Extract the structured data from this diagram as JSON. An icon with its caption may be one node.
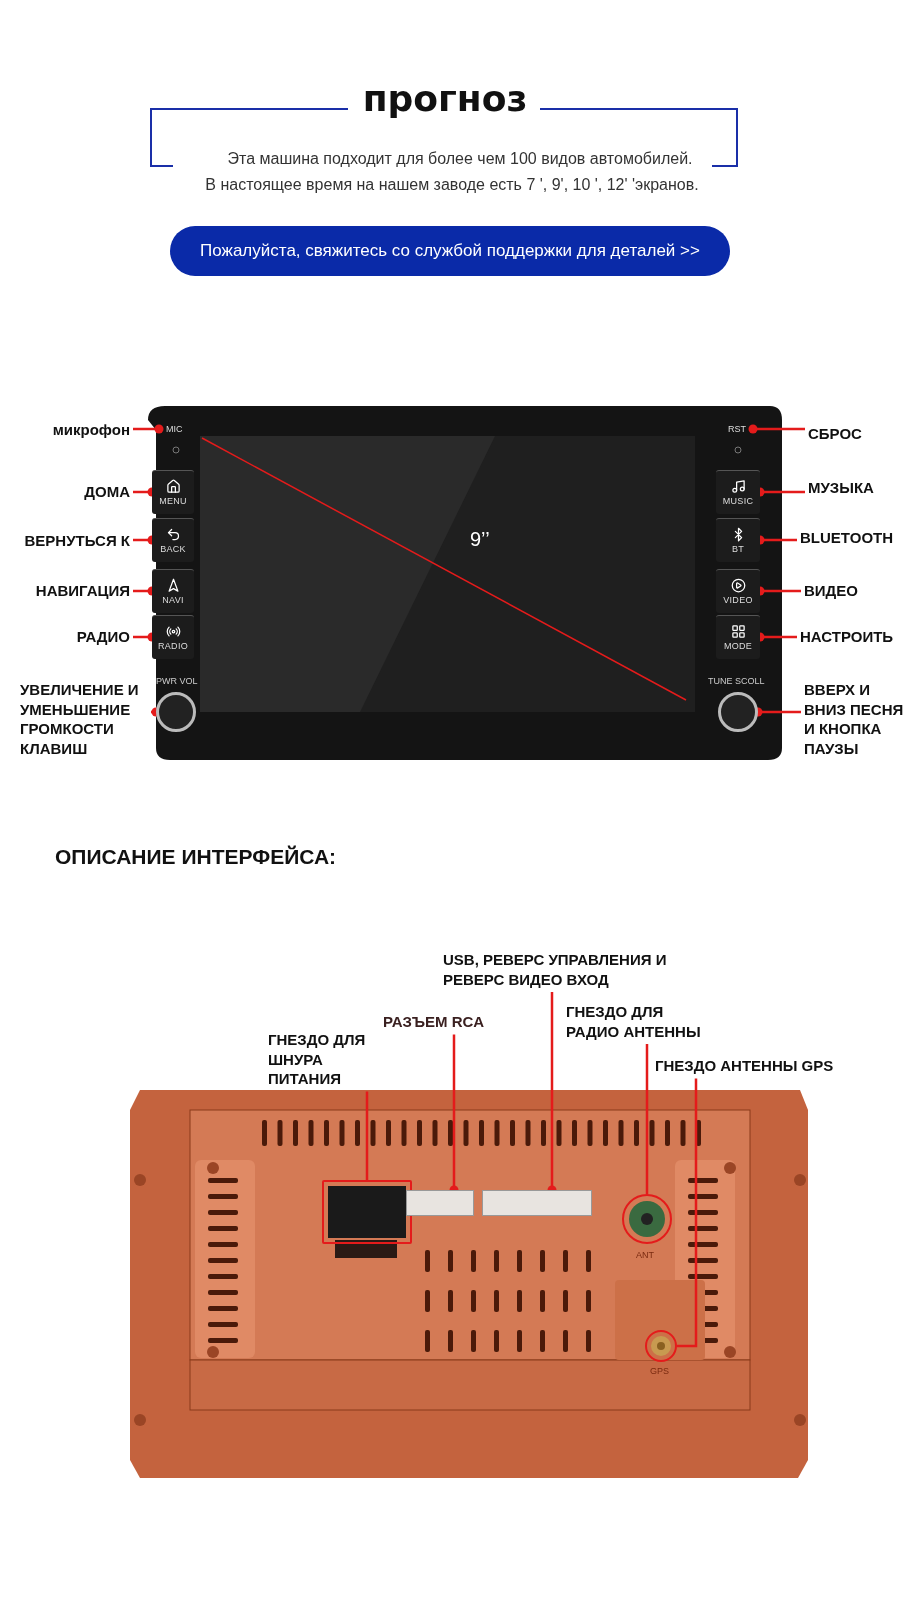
{
  "diagram": {
    "title": "прогноз",
    "nodes": [
      {
        "text": [
          "Пожалуйста, свяжитесь со службой поддержки для деталей >>"
        ]
      },
      {
        "text": [
          "микрофон"
        ]
      },
      {
        "text": [
          "ДОМА"
        ]
      },
      {
        "text": [
          "ВЕРНУТЬСЯ К"
        ]
      },
      {
        "text": [
          "НАВИГАЦИЯ"
        ]
      },
      {
        "text": [
          "РАДИО"
        ]
      },
      {
        "text": [
          "УВЕЛИЧЕНИЕ И УМЕНЬШЕНИЕ ГРОМКОСТИ КЛАВИШ"
        ]
      },
      {
        "text": [
          "СБРОС"
        ]
      },
      {
        "text": [
          "МУЗЫКА"
        ]
      },
      {
        "text": [
          "BLUETOOTH"
        ]
      },
      {
        "text": [
          "ВИДЕО"
        ]
      },
      {
        "text": [
          "НАСТРОИТЬ"
        ]
      },
      {
        "text": [
          "ВВЕРХ И ВНИЗ ПЕСНЯ И КНОПКА ПАУЗЫ"
        ]
      },
      {
        "text": [
          "USB, РЕВЕРС УПРАВЛЕНИЯ И РЕВЕРС ВИДЕО ВХОД"
        ]
      },
      {
        "text": [
          "РАЗЪЕМ RCA"
        ]
      },
      {
        "text": [
          "ГНЕЗДО ДЛЯ ШНУРА ПИТАНИЯ"
        ]
      },
      {
        "text": [
          "ГНЕЗДО ДЛЯ РАДИО АНТЕННЫ"
        ]
      },
      {
        "text": [
          "ГНЕЗДО АНТЕННЫ GPS"
        ]
      },
      {
        "text": [],
        "shape": "box"
      },
      {
        "text": [],
        "shape": "circle",
        "beside": [
          "ANT"
        ]
      },
      {
        "text": [],
        "shape": "circle",
        "beside": [
          "GPS"
        ]
      },
      {
        "text": [
          "MIC"
        ]
      },
      {
        "text": [
          "MENU"
        ]
      },
      {
        "text": [
          "BACK"
        ]
      },
      {
        "text": [
          "NAVI"
        ]
      },
      {
        "text": [
          "RADIO"
        ]
      },
      {
        "text": [],
        "shape": "circle",
        "beside": [
          "PWR  VOL"
        ]
      },
      {
        "text": [
          "RST"
        ]
      },
      {
        "text": [
          "MUSIC"
        ]
      },
      {
        "text": [
          "BT"
        ]
      },
      {
        "text": [
          "VIDEO"
        ]
      },
      {
        "text": [
          "MODE"
        ]
      },
      {
        "text": [],
        "shape": "circle",
        "beside": [
          "TUNE  SCOLL"
        ]
      },
      {
        "text": [],
        "shape": "box"
      },
      {
        "text": [],
        "shape": "box"
      }
    ],
    "edges": [
      {
        "from": 1,
        "to": 21,
        "arrow": "other"
      },
      {
        "from": 2,
        "to": 22,
        "arrow": "other"
      },
      {
        "from": 3,
        "to": 23,
        "arrow": "other"
      },
      {
        "from": 4,
        "to": 24,
        "arrow": "other"
      },
      {
        "from": 5,
        "to": 25,
        "arrow": "other"
      },
      {
        "from": 6,
        "to": 26,
        "arrow": "other"
      },
      {
        "from": 7,
        "to": 27,
        "arrow": "other"
      },
      {
        "from": 8,
        "to": 28,
        "arrow": "other"
      },
      {
        "from": 9,
        "to": 29,
        "arrow": "other"
      },
      {
        "from": 10,
        "to": 30,
        "arrow": "other"
      },
      {
        "from": 11,
        "to": 31,
        "arrow": "other"
      },
      {
        "from": 12,
        "to": 32,
        "arrow": "other"
      },
      {
        "from": 13,
        "to": 34,
        "arrow": "other"
      },
      {
        "from": 14,
        "to": 33,
        "arrow": "other"
      },
      {
        "from": 15,
        "to": 18,
        "arrow": "none"
      },
      {
        "from": 16,
        "to": 19,
        "arrow": "none"
      },
      {
        "from": 17,
        "to": 20,
        "arrow": "none"
      }
    ],
    "labels": [
      "Эта машина подходит для более чем 100 видов автомобилей.",
      "В настоящее время на нашем заводе есть 7 ', 9', 10 ', 12' 'экранов.",
      "9’’",
      "ОПИСАНИЕ ИНТЕРФЕЙСА:"
    ]
  }
}
